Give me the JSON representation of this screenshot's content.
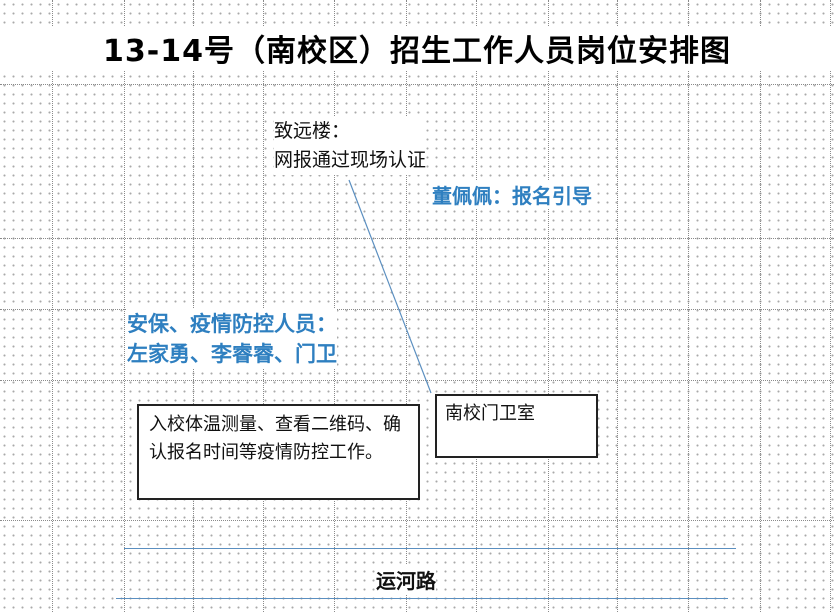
{
  "title": "13-14号（南校区）招生工作人员岗位安排图",
  "building": {
    "name": "致远楼：",
    "task": "网报通过现场认证"
  },
  "guide": {
    "text": "董佩佩：报名引导"
  },
  "security": {
    "role": "安保、疫情防控人员：",
    "members": "左家勇、李睿睿、门卫"
  },
  "task_box": {
    "text": "入校体温测量、查看二维码、确认报名时间等疫情防控工作。"
  },
  "gate_box": {
    "text": "南校门卫室"
  },
  "road": {
    "name": "运河路"
  },
  "colors": {
    "accent_blue": "#2e7fc0",
    "road_line": "#5b8fc0",
    "connector": "#5b8fc0"
  }
}
